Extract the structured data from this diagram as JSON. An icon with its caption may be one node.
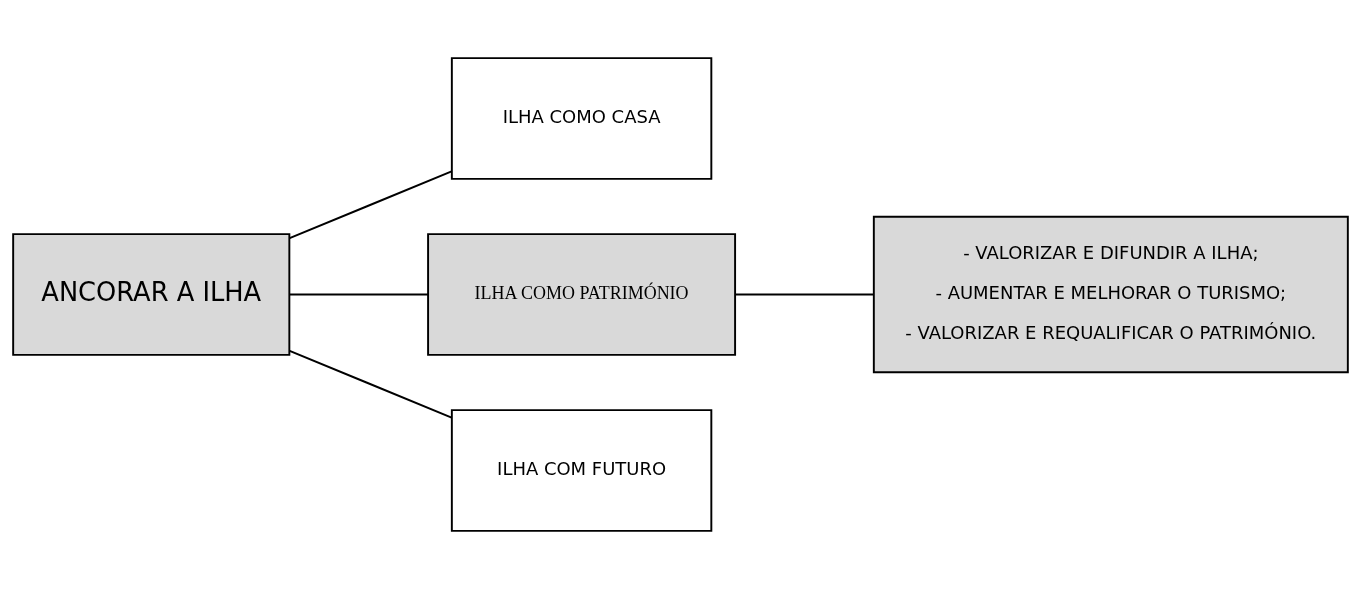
{
  "diagram": {
    "nodes": [
      {
        "text": [
          "ANCORAR A ILHA"
        ]
      },
      {
        "text": [
          "ILHA COMO CASA"
        ]
      },
      {
        "text": [
          "ILHA COMO PATRIMÓNIO"
        ]
      },
      {
        "text": [
          "ILHA COM FUTURO"
        ]
      },
      {
        "text": [
          "- VALORIZAR E DIFUNDIR A ILHA;",
          "- AUMENTAR E MELHORAR O TURISMO;",
          "- VALORIZAR E REQUALIFICAR O PATRIMÓNIO."
        ]
      }
    ],
    "edges": [
      {
        "from": 0,
        "to": 1,
        "arrow": "none"
      },
      {
        "from": 0,
        "to": 2,
        "arrow": "none"
      },
      {
        "from": 0,
        "to": 3,
        "arrow": "none"
      },
      {
        "from": 2,
        "to": 4,
        "arrow": "none"
      }
    ]
  }
}
